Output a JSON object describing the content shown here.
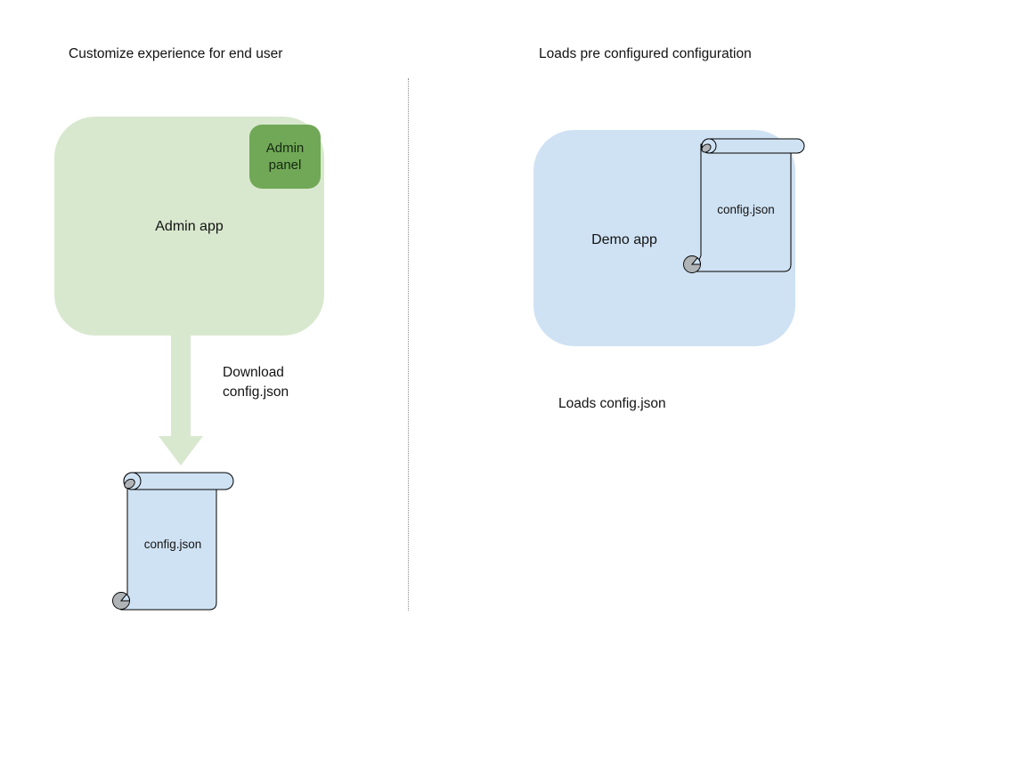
{
  "colors": {
    "light_green": "#d8e8ce",
    "dark_green": "#71a857",
    "light_blue": "#cfe2f3",
    "curl_gray": "#b0b4b7",
    "divider_gray": "#8f8f8f"
  },
  "left": {
    "title": "Customize experience for end user",
    "app_label": "Admin app",
    "panel_label": "Admin panel",
    "arrow_label": "Download config.json",
    "file_label": "config.json"
  },
  "right": {
    "title": "Loads pre configured configuration",
    "app_label": "Demo app",
    "file_label": "config.json",
    "caption": "Loads config.json"
  }
}
